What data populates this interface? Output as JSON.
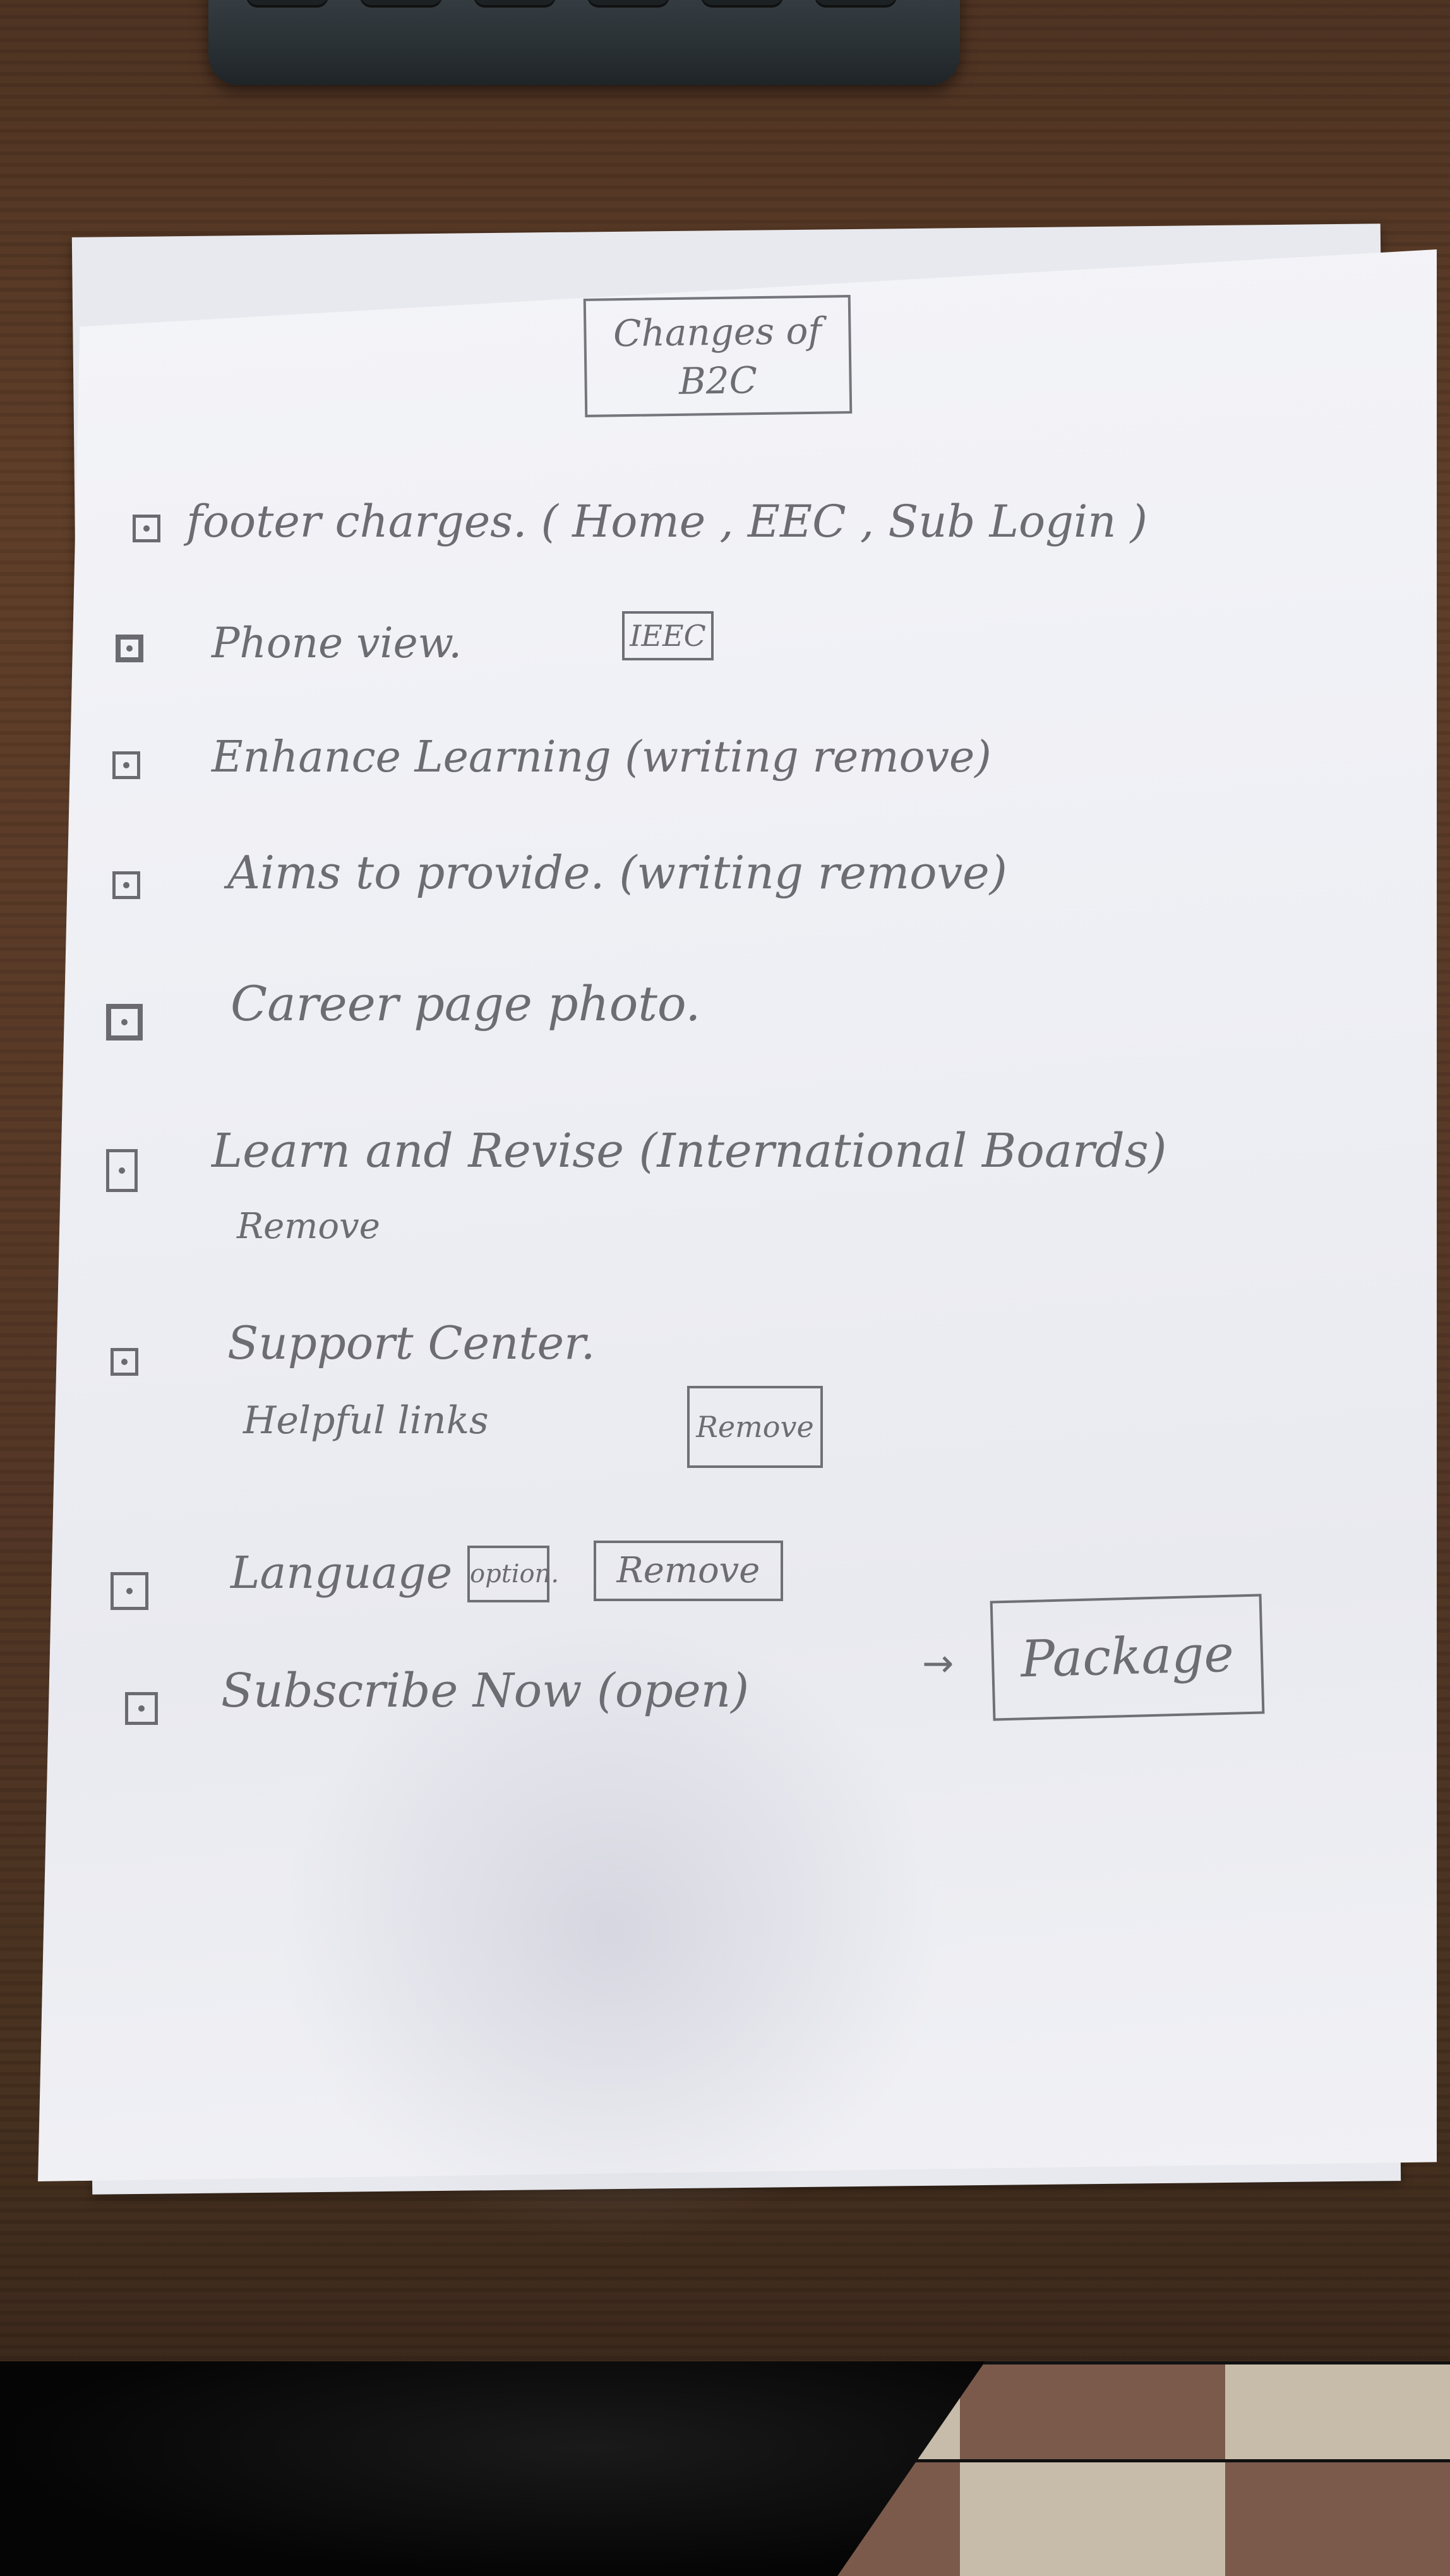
{
  "note": {
    "title_line1": "Changes of",
    "title_line2": "B2C",
    "items": [
      {
        "text": "footer charges. ( Home , EEC , Sub Login )"
      },
      {
        "text": "Phone view.",
        "tag": "IEEC"
      },
      {
        "text": "Enhance Learning (writing remove)"
      },
      {
        "text": "Aims to provide. (writing remove)"
      },
      {
        "text": "Career page photo."
      },
      {
        "text": "Learn and Revise (International Boards)",
        "text2": "Remove"
      },
      {
        "text": "Support Center.",
        "text2": "Helpful links",
        "tag": "Remove"
      },
      {
        "text": "Language",
        "tag": "option.",
        "tag2": "Remove"
      },
      {
        "text": "Subscribe Now (open)",
        "arrow": "→",
        "tag": "Package"
      }
    ]
  }
}
